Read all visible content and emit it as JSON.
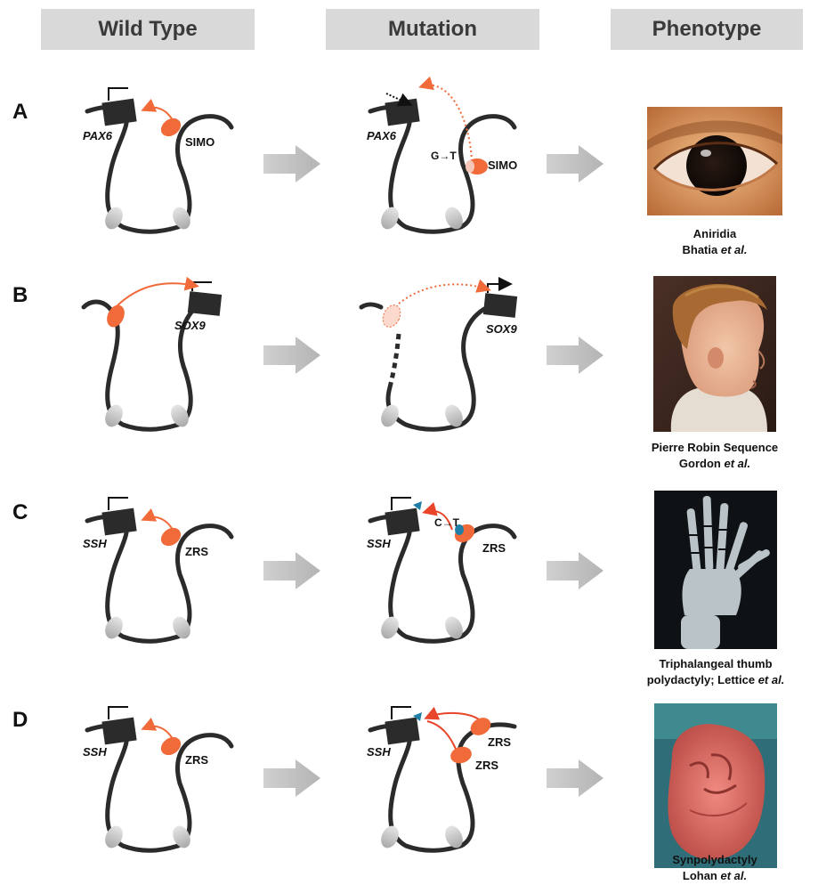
{
  "columns": {
    "wild_type": "Wild Type",
    "mutation": "Mutation",
    "phenotype": "Phenotype"
  },
  "rows": [
    {
      "letter": "A",
      "wt": {
        "gene": "PAX6",
        "element": "SIMO"
      },
      "mut": {
        "gene": "PAX6",
        "element": "SIMO",
        "change": "G→T"
      },
      "phenotype": {
        "line1": "Aniridia",
        "author": "Bhatia",
        "etal": "et al."
      }
    },
    {
      "letter": "B",
      "wt": {
        "gene": "SOX9"
      },
      "mut": {
        "gene": "SOX9"
      },
      "phenotype": {
        "line1": "Pierre Robin Sequence",
        "author": "Gordon",
        "etal": "et al."
      }
    },
    {
      "letter": "C",
      "wt": {
        "gene": "SSH",
        "element": "ZRS"
      },
      "mut": {
        "gene": "SSH",
        "element": "ZRS",
        "change": "C→T"
      },
      "phenotype": {
        "line1": "Triphalangeal thumb",
        "line2_prefix": "polydactyly;  Lettice",
        "etal": "et al."
      }
    },
    {
      "letter": "D",
      "wt": {
        "gene": "SSH",
        "element": "ZRS"
      },
      "mut": {
        "gene": "SSH",
        "element_1": "ZRS",
        "element_2": "ZRS"
      },
      "phenotype": {
        "line1": "Synpolydactyly",
        "author": "Lohan",
        "etal": "et al."
      }
    }
  ],
  "colors": {
    "enhancer": "#f06a3a",
    "chromatin": "#2b2b2b",
    "anchor": "#c8c8c8",
    "header_bg": "#d9d9d9",
    "arrow": "#c4c4c4",
    "mutant_site": "#1f7fa6"
  }
}
